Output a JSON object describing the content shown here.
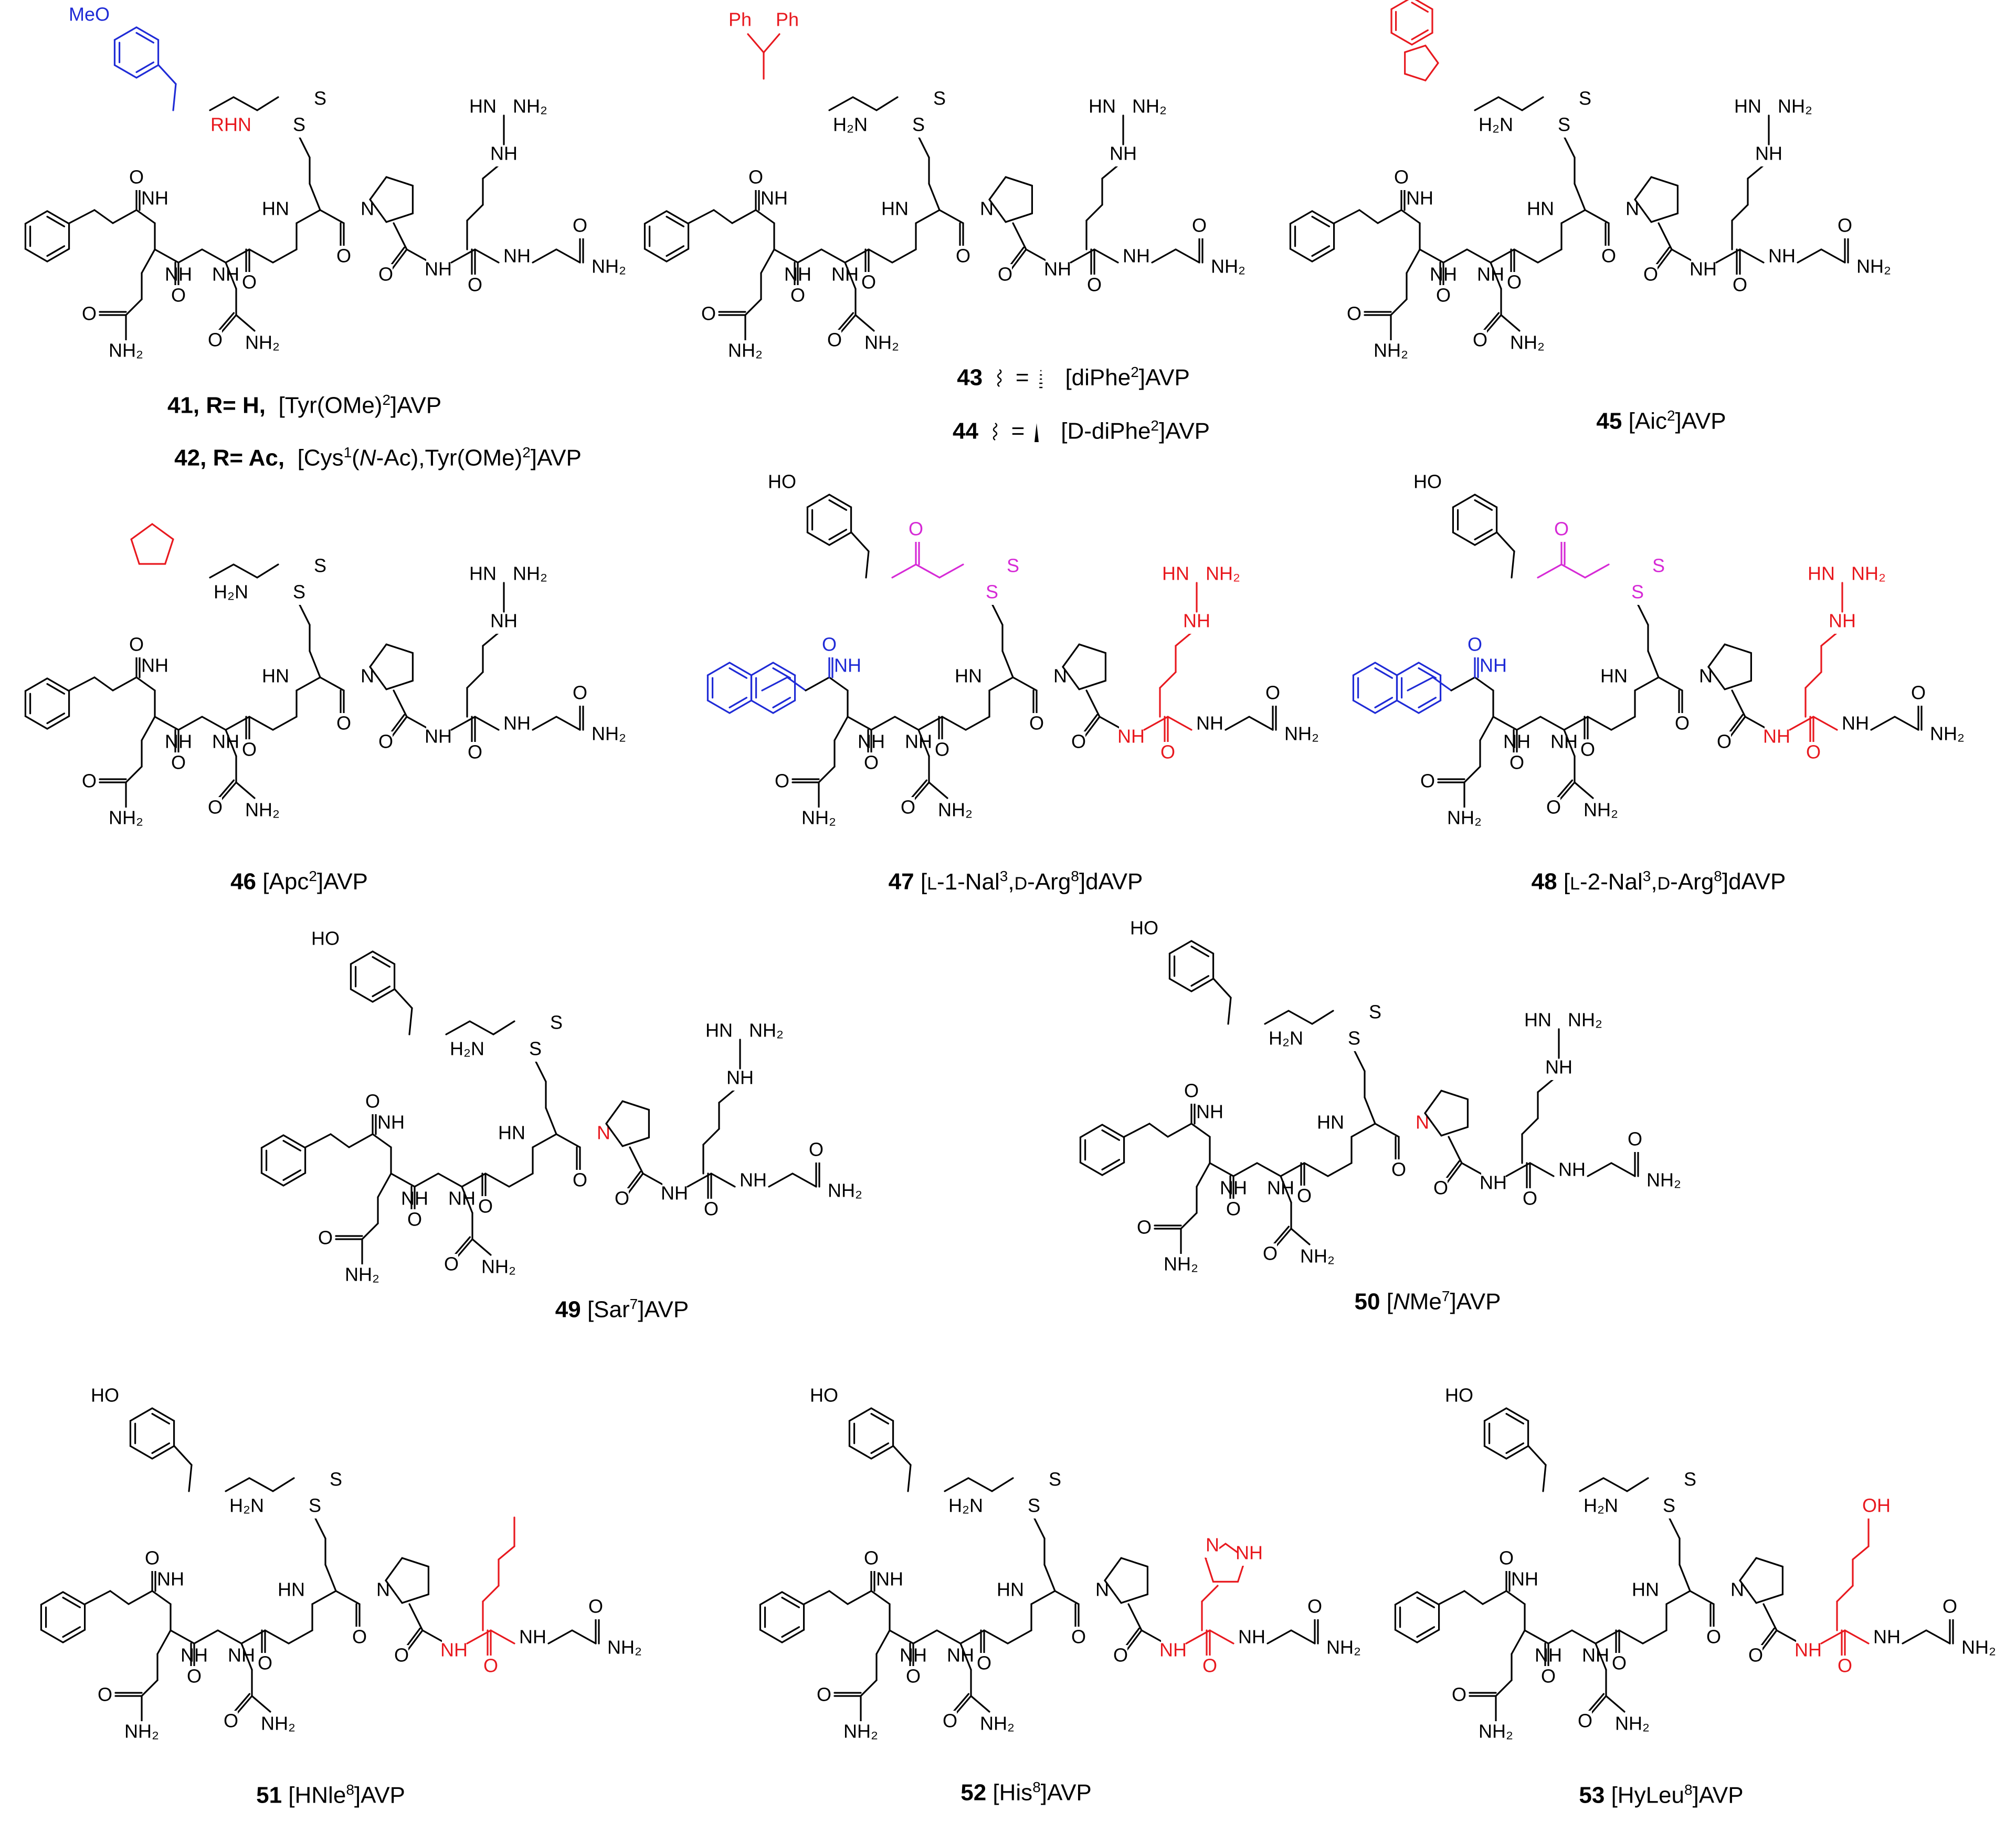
{
  "compounds": [
    {
      "num": "41, R= H,",
      "name": "[Tyr(OMe)2]AVP",
      "sup": "2",
      "text": "[Tyr(OMe)",
      "tail": "]AVP"
    },
    {
      "num": "42, R= Ac,",
      "name": "[Cys1(N-Ac),Tyr(OMe)2]AVP"
    },
    {
      "num": "43",
      "name": "[diPhe2]AVP"
    },
    {
      "num": "44",
      "name": "[D-diPhe2]AVP"
    },
    {
      "num": "45",
      "name": "[Aic2]AVP"
    },
    {
      "num": "46",
      "name": "[Apc2]AVP"
    },
    {
      "num": "47",
      "name": "[L-1-Nal3,D-Arg8]dAVP"
    },
    {
      "num": "48",
      "name": "[L-2-Nal3,D-Arg8]dAVP"
    },
    {
      "num": "49",
      "name": "[Sar7]AVP"
    },
    {
      "num": "50",
      "name": "[NMe7]AVP"
    },
    {
      "num": "51",
      "name": "[HNle8]AVP"
    },
    {
      "num": "52",
      "name": "[His8]AVP"
    },
    {
      "num": "53",
      "name": "[HyLeu8]AVP"
    }
  ],
  "captions": {
    "c41": {
      "num": "41, R= H,",
      "pre": "[Tyr(OMe)",
      "sup": "2",
      "post": "]AVP"
    },
    "c42": {
      "num": "42, R= Ac,",
      "pre": "[Cys",
      "sup": "1",
      "mid": "(N-Ac),Tyr(OMe)",
      "sup2": "2",
      "post": "]AVP"
    },
    "c43": {
      "num": "43",
      "eq": "=",
      "pre": "[diPhe",
      "sup": "2",
      "post": "]AVP"
    },
    "c44": {
      "num": "44",
      "eq": "=",
      "pre": "[D-diPhe",
      "sup": "2",
      "post": "]AVP"
    },
    "c45": {
      "num": "45",
      "pre": "[Aic",
      "sup": "2",
      "post": "]AVP"
    },
    "c46": {
      "num": "46",
      "pre": "[Apc",
      "sup": "2",
      "post": "]AVP"
    },
    "c47": {
      "num": "47",
      "pre": "[L-1-Nal",
      "sup": "3",
      "mid": ",D-Arg",
      "sup2": "8",
      "post": "]dAVP"
    },
    "c48": {
      "num": "48",
      "pre": "[L-2-Nal",
      "sup": "3",
      "mid": ",D-Arg",
      "sup2": "8",
      "post": "]dAVP"
    },
    "c49": {
      "num": "49",
      "pre": "[Sar",
      "sup": "7",
      "post": "]AVP"
    },
    "c50": {
      "num": "50",
      "pre": "[NMe",
      "sup": "7",
      "post": "]AVP"
    },
    "c51": {
      "num": "51",
      "pre": "[HNle",
      "sup": "8",
      "post": "]AVP"
    },
    "c52": {
      "num": "52",
      "pre": "[His",
      "sup": "8",
      "post": "]AVP"
    },
    "c53": {
      "num": "53",
      "pre": "[HyLeu",
      "sup": "8",
      "post": "]AVP"
    }
  },
  "atom_labels": {
    "MeO": "MeO",
    "HO": "HO",
    "OH": "OH",
    "O": "O",
    "NH": "NH",
    "N": "N",
    "H": "H",
    "H2N": "H₂N",
    "NH2": "NH₂",
    "HN": "HN",
    "S": "S",
    "RHN": "RHN",
    "Ph": "Ph"
  },
  "colors": {
    "black": "#000000",
    "red": "#e8191f",
    "blue": "#1f2bd6",
    "magenta": "#d62ad6"
  }
}
